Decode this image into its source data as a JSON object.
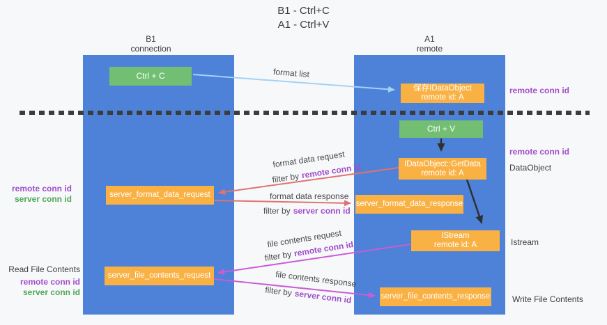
{
  "title": {
    "line1": "B1 - Ctrl+C",
    "line2": "A1 - Ctrl+V"
  },
  "columns": {
    "left": {
      "name": "B1",
      "role": "connection"
    },
    "right": {
      "name": "A1",
      "role": "remote"
    }
  },
  "boxes": {
    "ctrl_c": "Ctrl + C",
    "ctrl_v": "Ctrl + V",
    "save_dataobject_line1": "保存IDataObject",
    "save_dataobject_line2": "remote id: A",
    "getdata_line1": "IDataObject::GetData",
    "getdata_line2": "remote id: A",
    "istream_line1": "IStream",
    "istream_line2": "remote id: A",
    "format_request": "server_format_data_request",
    "format_response": "server_format_data_response",
    "file_request": "server_file_contents_request",
    "file_response": "server_file_contents_response"
  },
  "arrows": {
    "format_list": "format list",
    "format_data_request": "format data request",
    "format_data_response": "format data response",
    "file_contents_request": "file contents request",
    "file_contents_response": "file contents response",
    "filter_by": "filter by",
    "remote_conn_id": "remote conn id",
    "server_conn_id": "server conn id"
  },
  "left_labels": {
    "remote_conn_id_1": "remote conn id",
    "server_conn_id_1": "server conn id",
    "read_file": "Read File Contents",
    "remote_conn_id_2": "remote conn id",
    "server_conn_id_2": "server conn id"
  },
  "right_labels": {
    "remote_conn_id_1": "remote conn id",
    "remote_conn_id_2": "remote conn id",
    "dataobject": "DataObject",
    "istream": "Istream",
    "write_file": "Write File Contents"
  },
  "colors": {
    "background": "#f7f8fa",
    "column_blue": "#4d82d8",
    "box_green": "#72bf73",
    "box_orange": "#f9b144",
    "purple_label": "#a04ec9",
    "green_label": "#50a753",
    "arrow_red": "#e07272",
    "arrow_magenta": "#ca5cd6",
    "arrow_blue": "#a4d2f2",
    "arrow_black": "#2f2f2f",
    "dashed_line": "#3c3c3c"
  }
}
